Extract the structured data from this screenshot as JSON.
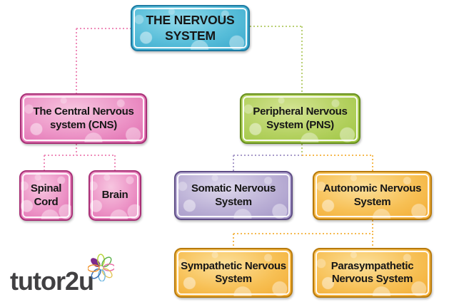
{
  "tree": {
    "root": {
      "label": "THE NERVOUS SYSTEM",
      "children": {
        "cns": {
          "label": "The Central Nervous system (CNS)",
          "children": {
            "spinal_cord": {
              "label": "Spinal Cord"
            },
            "brain": {
              "label": "Brain"
            }
          }
        },
        "pns": {
          "label": "Peripheral Nervous System (PNS)",
          "children": {
            "somatic": {
              "label": "Somatic Nervous System"
            },
            "autonomic": {
              "label": "Autonomic Nervous System",
              "children": {
                "sympathetic": {
                  "label": "Sympathetic Nervous System"
                },
                "parasympathetic": {
                  "label": "Parasympathetic Nervous System"
                }
              }
            }
          }
        }
      }
    }
  },
  "logo": {
    "text": "tutor2u"
  },
  "palette": {
    "root_box": "#3fb0d4",
    "cns_boxes": "#de67ac",
    "pns_box": "#9cc43f",
    "somatic_box": "#a092c5",
    "autonomic_boxes": "#f2a92e",
    "connector_pink": "#ee8cba",
    "connector_green": "#b9cf73",
    "connector_purple": "#a89bc9",
    "connector_orange": "#f5b94f",
    "label_text": "#161616",
    "logo_text": "#414042"
  },
  "icons": {
    "logo_flower": "flower-icon"
  }
}
